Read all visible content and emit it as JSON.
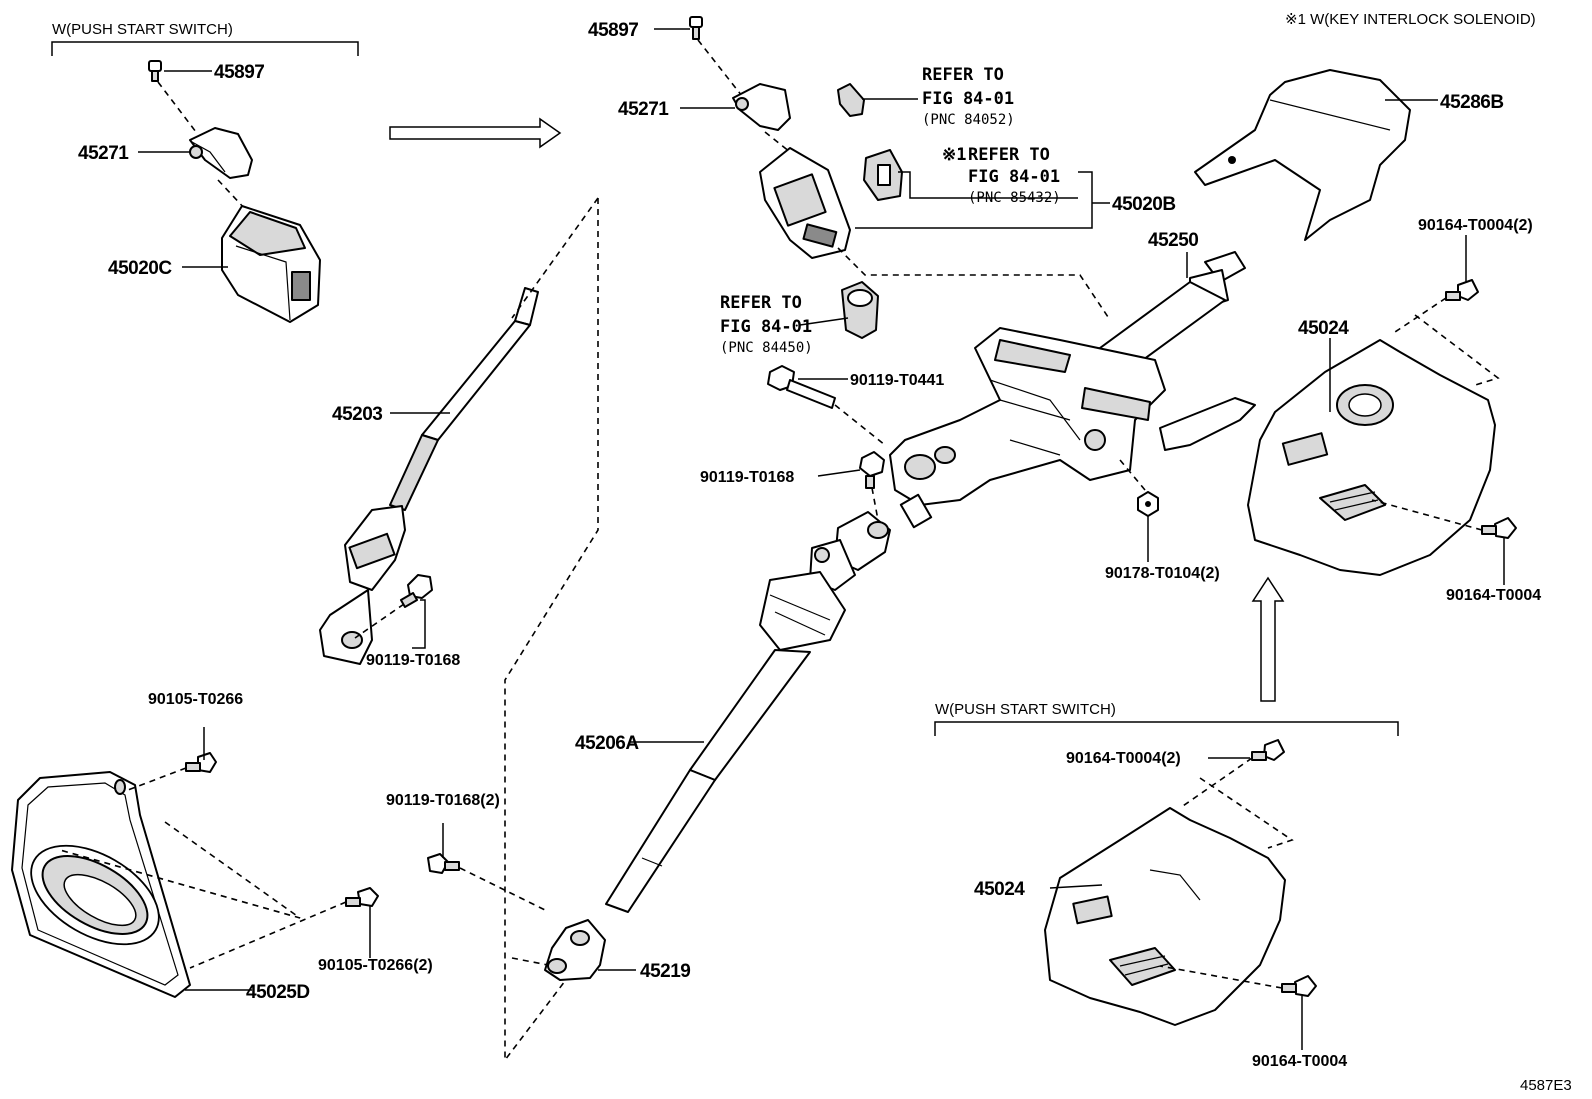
{
  "diagram_code": "4587E3",
  "conditions": {
    "push_start_top": "W(PUSH START SWITCH)",
    "push_start_bottom": "W(PUSH START SWITCH)",
    "key_interlock": "※1 W(KEY INTERLOCK SOLENOID)"
  },
  "parts": {
    "p45897_left": "45897",
    "p45271_left": "45271",
    "p45020C": "45020C",
    "p45203": "45203",
    "p90119_T0168_left": "90119-T0168",
    "p90105_T0266_top": "90105-T0266",
    "p90105_T0266_2": "90105-T0266(2)",
    "p45025D": "45025D",
    "p90119_T0168_2": "90119-T0168(2)",
    "p45219": "45219",
    "p45206A": "45206A",
    "p45897_mid": "45897",
    "p45271_mid": "45271",
    "p45020B": "45020B",
    "p45250": "45250",
    "p90119_T0441": "90119-T0441",
    "p90119_T0168_mid": "90119-T0168",
    "p90178_T0104_2": "90178-T0104(2)",
    "p45286B": "45286B",
    "p90164_T0004_2_top": "90164-T0004(2)",
    "p45024_top": "45024",
    "p90164_T0004_right": "90164-T0004",
    "p90164_T0004_2_bottom": "90164-T0004(2)",
    "p45024_bottom": "45024",
    "p90164_T0004_bottom": "90164-T0004"
  },
  "references": {
    "r1": {
      "line1": "REFER TO",
      "line2": "FIG 84-01",
      "line3": "(PNC 84052)"
    },
    "r2": {
      "prefix": "※1",
      "line1": "REFER TO",
      "line2": "FIG 84-01",
      "line3": "(PNC 85432)"
    },
    "r3": {
      "line1": "REFER TO",
      "line2": "FIG 84-01",
      "line3": "(PNC 84450)"
    }
  }
}
